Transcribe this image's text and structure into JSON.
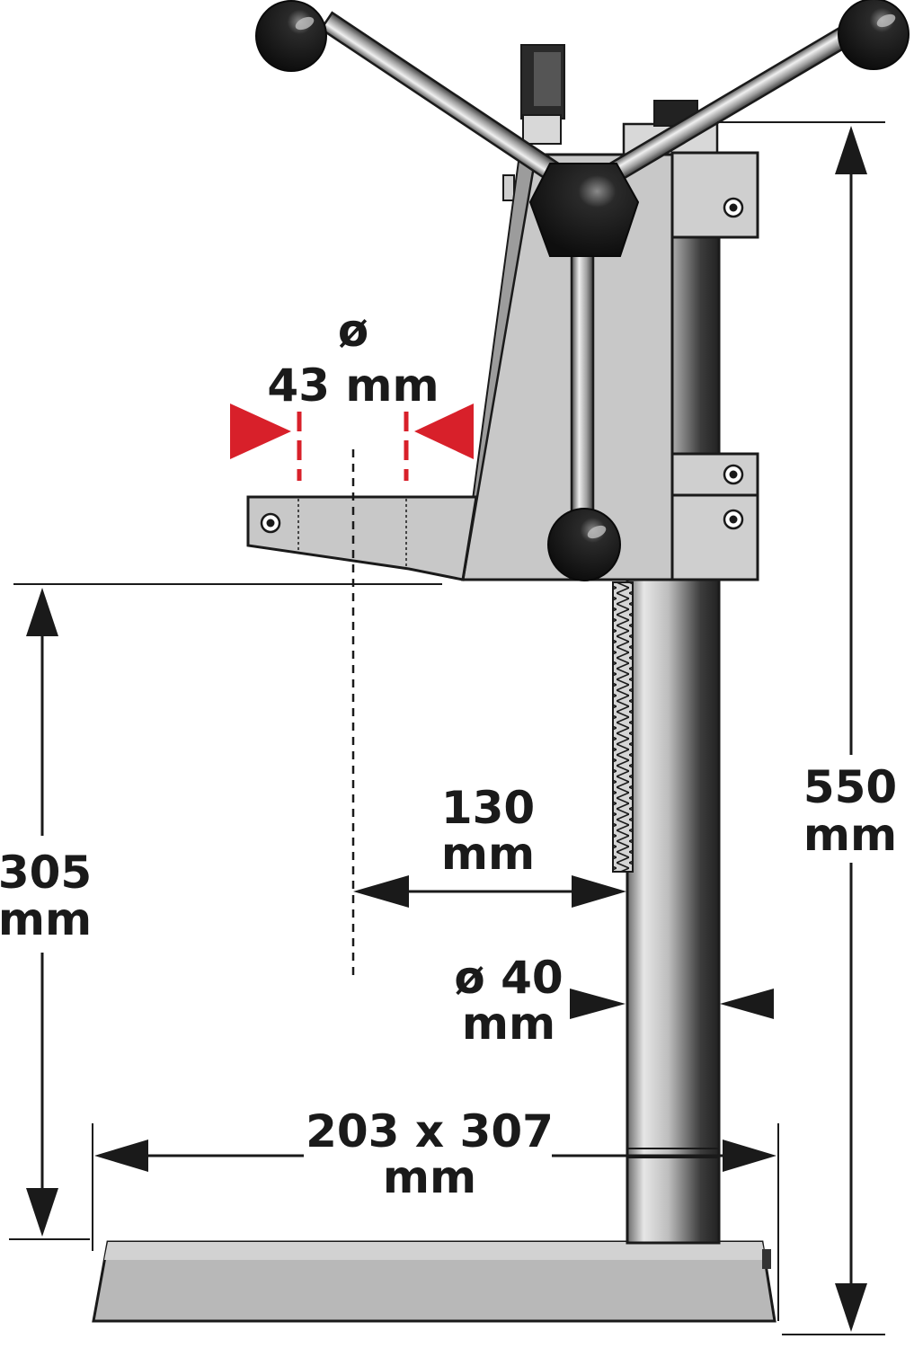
{
  "diagram": {
    "labels": {
      "bore_symbol": "ø",
      "bore_value": "43 mm",
      "height_total_value": "550",
      "height_total_unit": "mm",
      "height_table_value": "305",
      "height_table_unit": "mm",
      "reach_value": "130",
      "reach_unit": "mm",
      "column_diameter_value": "ø 40",
      "column_diameter_unit": "mm",
      "base_value": "203 x 307",
      "base_unit": "mm"
    },
    "colors": {
      "metal_light": "#c9c9c9",
      "metal_dark": "#4a4a4a",
      "knob": "#141414",
      "outline": "#1a1a1a",
      "accent_red": "#d8202a"
    }
  }
}
